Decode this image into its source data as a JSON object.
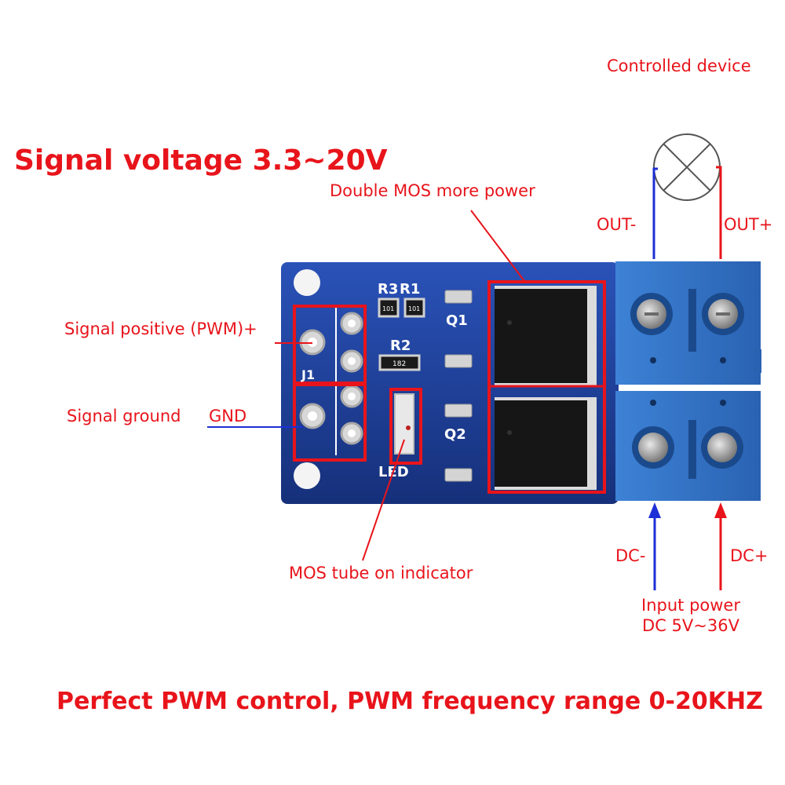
{
  "labels": {
    "controlled_device": "Controlled device",
    "signal_voltage": "Signal voltage 3.3~20V",
    "double_mos": "Double MOS more power",
    "out_minus": "OUT-",
    "out_plus": "OUT+",
    "signal_positive": "Signal positive (PWM)+",
    "signal_ground": "Signal ground",
    "gnd": "GND",
    "mos_indicator": "MOS tube on indicator",
    "dc_minus": "DC-",
    "dc_plus": "DC+",
    "input_power_line1": "Input power",
    "input_power_line2": "DC 5V~36V",
    "bottom_caption": "Perfect PWM control, PWM frequency range 0-20KHZ"
  },
  "pcb_silkscreen": {
    "r3": "R3",
    "r1": "R1",
    "r2": "R2",
    "q1": "Q1",
    "q2": "Q2",
    "j1": "J1",
    "led": "LED",
    "r3_code": "101",
    "r1_code": "101",
    "r2_code": "182"
  },
  "colors": {
    "label_red": "#e8141b",
    "wire_blue": "#1d2fd6",
    "pcb_blue": "#1f3f9e",
    "terminal_blue": "#2f6fc4"
  }
}
